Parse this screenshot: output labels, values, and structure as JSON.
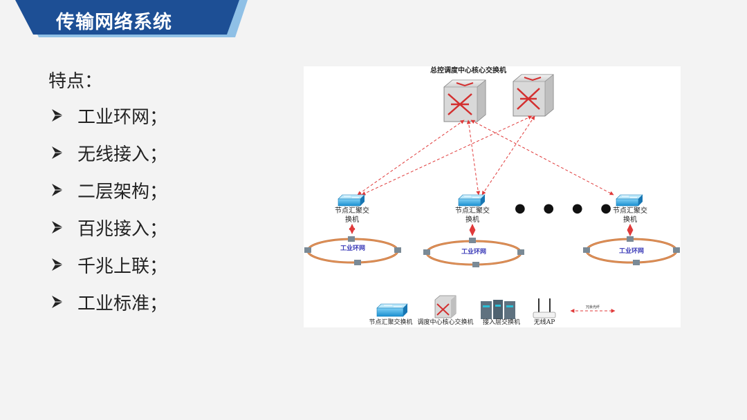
{
  "header": {
    "title": "传输网络系统"
  },
  "features": {
    "heading": "特点：",
    "items": [
      "工业环网；",
      "无线接入；",
      "二层架构；",
      "百兆接入；",
      "千兆上联；",
      "工业标准；"
    ]
  },
  "diagram": {
    "core_title": "总控调度中心核心交换机",
    "node_label_line1": "节点汇聚交",
    "node_label_line2": "换机",
    "ring_label": "工业环网",
    "ellipsis": "● ● ● ●",
    "legend": {
      "aggregation_switch": "节点汇聚交换机",
      "core_switch": "调度中心核心交换机",
      "access_switch": "接入层交换机",
      "wireless_ap": "无线AP",
      "redundant_link": "冗余光纤"
    }
  },
  "colors": {
    "header_blue": "#1d4f95",
    "header_light": "#7eb3de",
    "link_red": "#e03a3a",
    "ring_orange": "#c8743a"
  }
}
